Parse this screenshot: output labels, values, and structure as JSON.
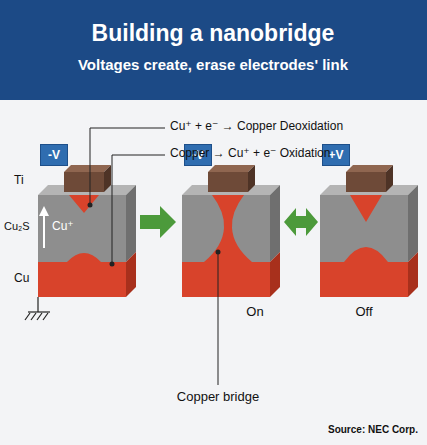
{
  "diagram": {
    "title": "Building a nanobridge",
    "nodes": [
      {
        "text": [
          "-V"
        ]
      },
      {
        "text": [
          "-V"
        ]
      },
      {
        "text": [
          "+V"
        ]
      }
    ],
    "labels": [
      "Voltages create, erase electrodes' link",
      "Cu⁺ + e⁻ → Copper Deoxidation",
      "Copper → Cu⁺ + e⁻ Oxidation",
      "Ti",
      "Cu₂S",
      "Cu⁺",
      "Cu",
      "On",
      "Off",
      "Copper bridge",
      "Source: NEC Corp."
    ]
  }
}
